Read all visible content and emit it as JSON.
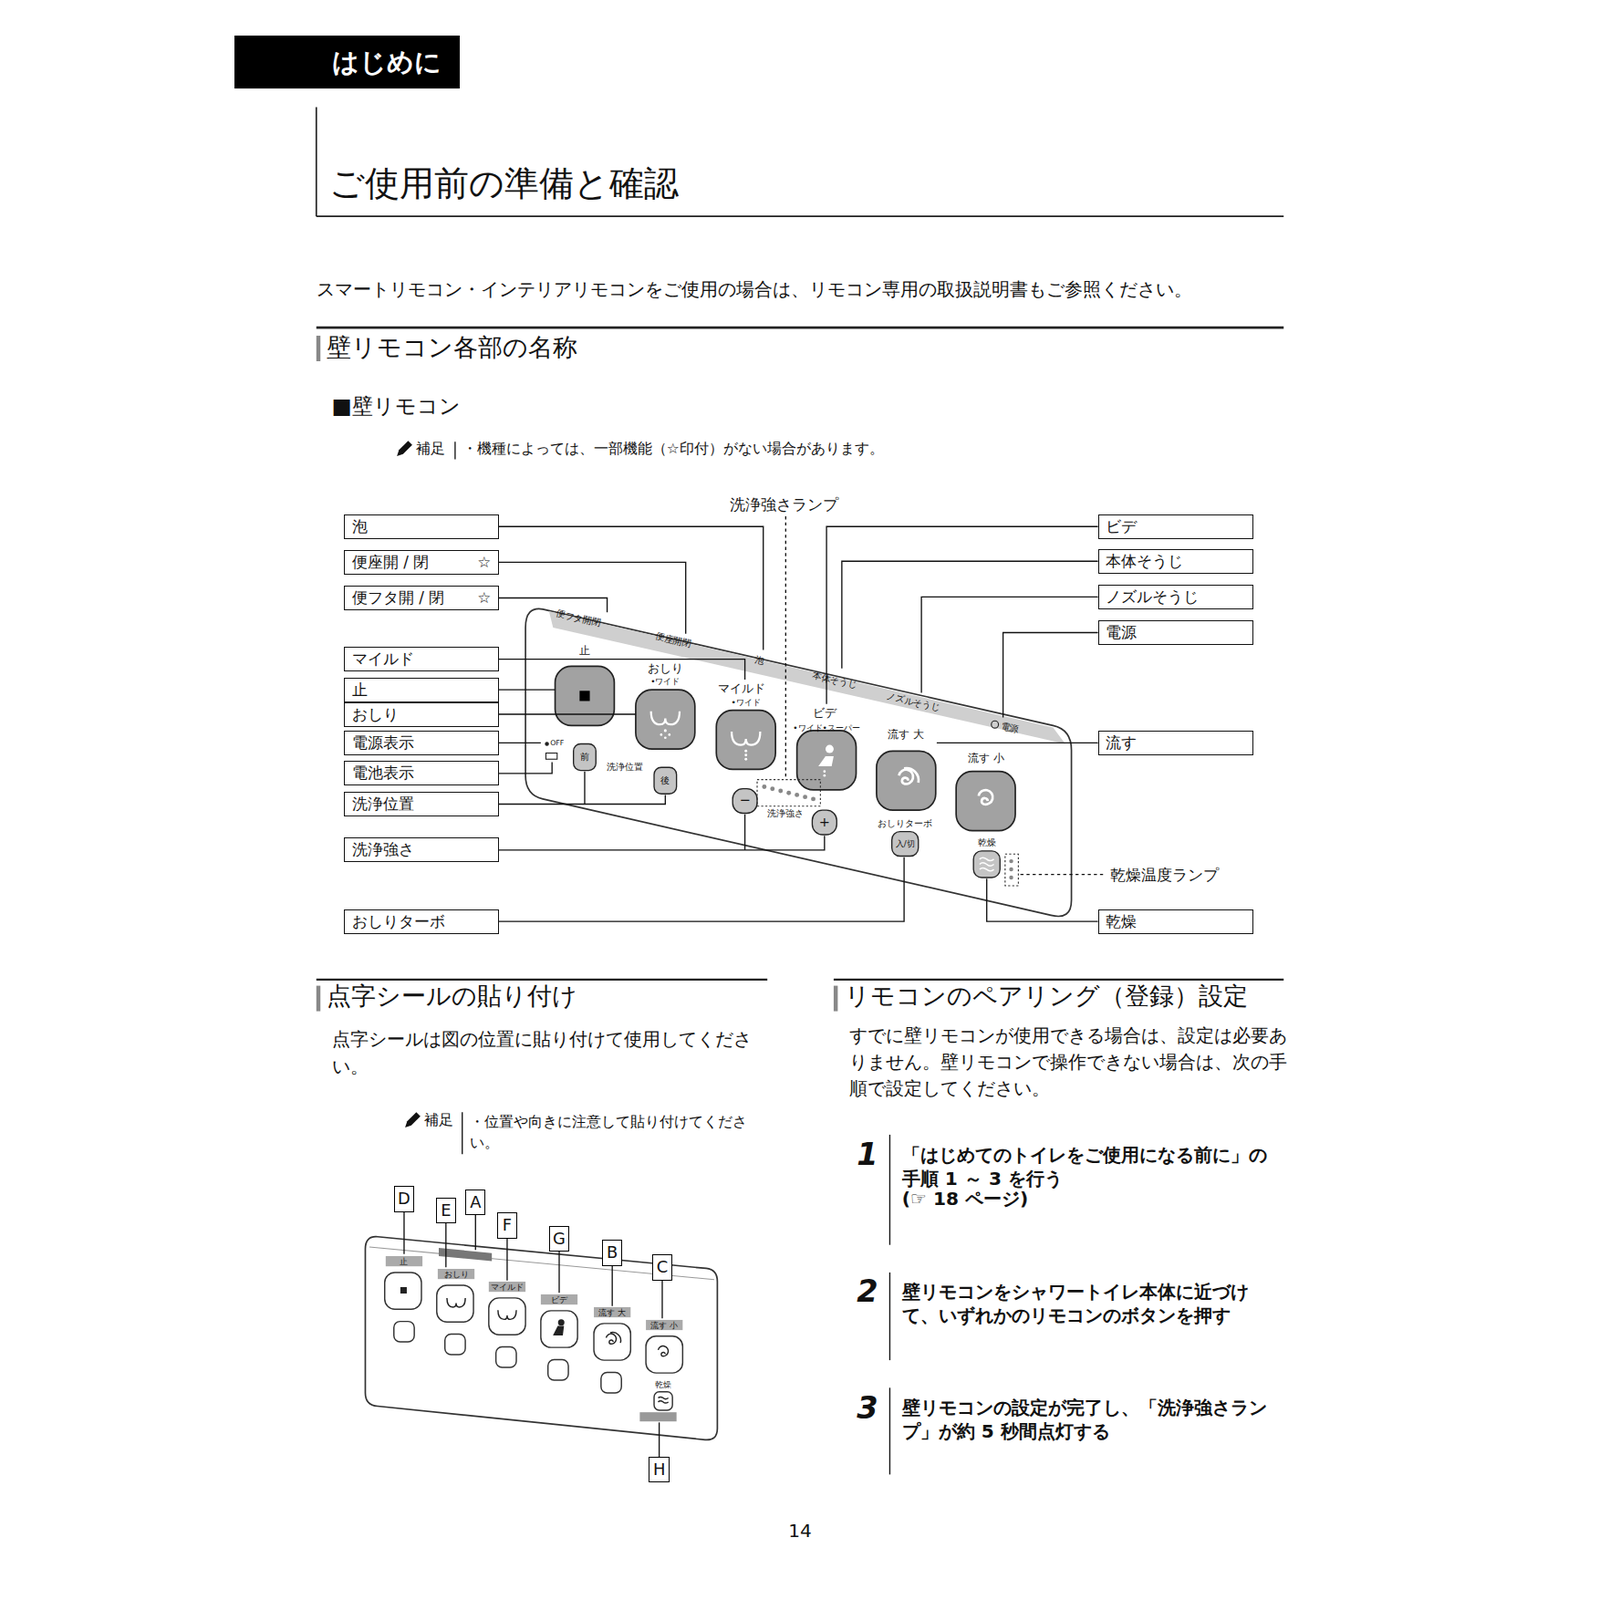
{
  "diagram": {
    "title": "ご使用前の準備と確認",
    "nodes": [
      {
        "text": [
          "はじめに"
        ]
      },
      {
        "text": [
          "泡"
        ]
      },
      {
        "text": [
          "便座開 / 閉",
          "☆"
        ]
      },
      {
        "text": [
          "便フタ開 / 閉",
          "☆"
        ]
      },
      {
        "text": [
          "マイルド"
        ]
      },
      {
        "text": [
          "止"
        ]
      },
      {
        "text": [
          "おしり"
        ]
      },
      {
        "text": [
          "電源表示"
        ]
      },
      {
        "text": [
          "電池表示"
        ]
      },
      {
        "text": [
          "洗浄位置"
        ]
      },
      {
        "text": [
          "洗浄強さ"
        ]
      },
      {
        "text": [
          "おしりターボ"
        ]
      },
      {
        "text": [
          "ビデ"
        ]
      },
      {
        "text": [
          "本体そうじ"
        ]
      },
      {
        "text": [
          "ノズルそうじ"
        ]
      },
      {
        "text": [
          "電源"
        ]
      },
      {
        "text": [
          "流す"
        ]
      },
      {
        "text": [
          "乾燥"
        ]
      },
      {
        "text": [
          "D"
        ]
      },
      {
        "text": [
          "E"
        ]
      },
      {
        "text": [
          "A"
        ]
      },
      {
        "text": [
          "F"
        ]
      },
      {
        "text": [
          "G"
        ]
      },
      {
        "text": [
          "B"
        ]
      },
      {
        "text": [
          "C"
        ]
      },
      {
        "text": [
          "H"
        ]
      }
    ],
    "labels": [
      "スマートリモコン・インテリアリモコンをご使用の場合は、リモコン専用の取扱説明書もご参照ください。",
      "壁リモコン各部の名称",
      "■壁リモコン",
      "補足",
      "・機種によっては、一部機能（☆印付）がない場合があります。",
      "洗浄強さランプ",
      "便フタ開閉",
      "便座開閉",
      "泡",
      "本体そうじ",
      "ノズルそうじ",
      "電源",
      "止",
      "おしり",
      "•ワイド",
      "マイルド",
      "•ワイド",
      "ビデ",
      "•ワイド•スーパー",
      "流す 大",
      "流す 小",
      "OFF",
      "前",
      "洗浄位置",
      "後",
      "洗浄強さ",
      "おしりターボ",
      "入/切",
      "乾燥",
      "乾燥温度ランプ",
      "点字シールの貼り付け",
      "点字シールは図の位置に貼り付けて使用してください。",
      "補足",
      "・位置や向きに注意して貼り付けてください。",
      "止",
      "おしり",
      "マイルド",
      "ビデ",
      "流す 大",
      "流す 小",
      "乾燥",
      "リモコンのペアリング（登録）設定",
      "すでに壁リモコンが使用できる場合は、設定は必要ありません。壁リモコンで操作できない場合は、次の手順で設定してください。",
      "1",
      "「はじめてのトイレをご使用になる前に」の手順 1 ～ 3 を行う",
      "(☞ 18 ページ)",
      "2",
      "壁リモコンをシャワートイレ本体に近づけて、いずれかのリモコンのボタンを押す",
      "3",
      "壁リモコンの設定が完了し、「洗浄強さランプ」が約 5 秒間点灯する",
      "14",
      "−",
      "+"
    ]
  }
}
